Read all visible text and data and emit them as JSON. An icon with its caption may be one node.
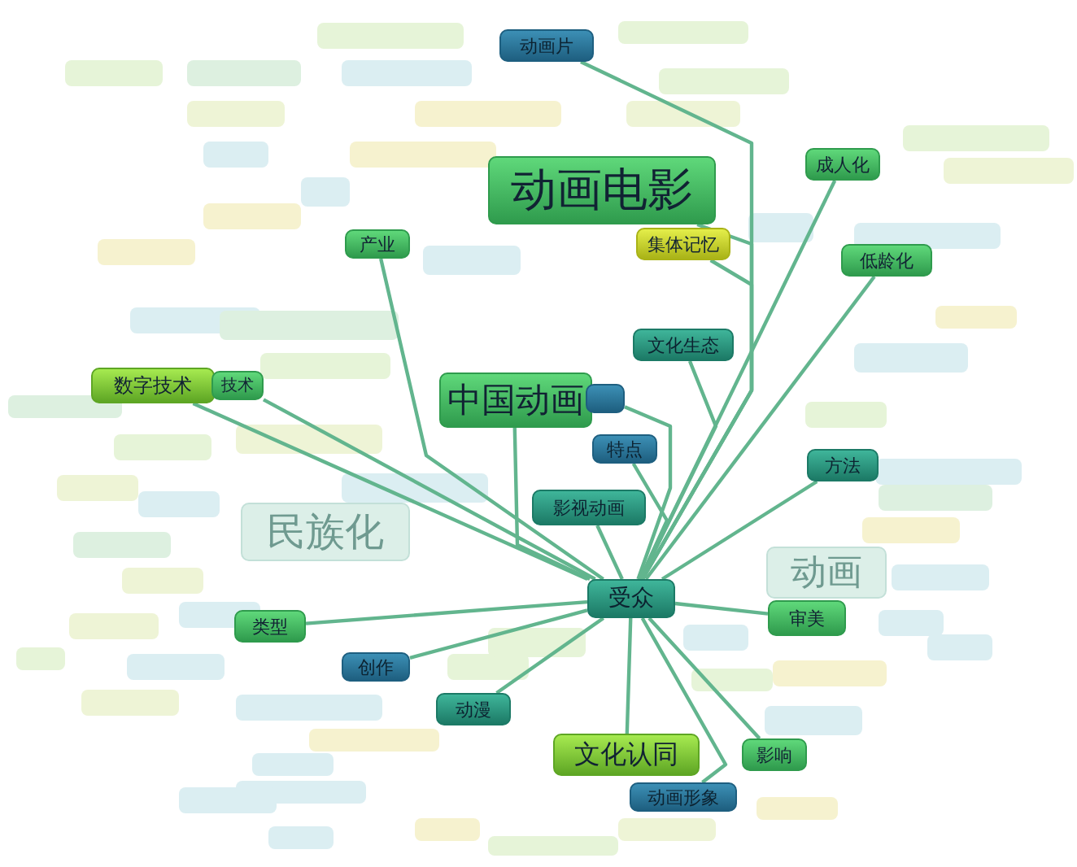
{
  "diagram": {
    "nodes": [
      {
        "text": [
          "动画片"
        ]
      },
      {
        "text": [
          "动画电影"
        ]
      },
      {
        "text": [
          "成人化"
        ]
      },
      {
        "text": [
          "产业"
        ]
      },
      {
        "text": [
          "集体记忆"
        ]
      },
      {
        "text": [
          "低龄化"
        ]
      },
      {
        "text": [
          "文化生态"
        ]
      },
      {
        "text": [
          "数字技术"
        ]
      },
      {
        "text": [
          "技术"
        ]
      },
      {
        "text": [
          "中国动画"
        ]
      },
      {
        "text": [],
        "shape": "box"
      },
      {
        "text": [
          "特点"
        ]
      },
      {
        "text": [
          "方法"
        ]
      },
      {
        "text": [
          "影视动画"
        ]
      },
      {
        "text": [
          "民族化"
        ]
      },
      {
        "text": [
          "受众"
        ]
      },
      {
        "text": [
          "动画"
        ]
      },
      {
        "text": [
          "类型"
        ]
      },
      {
        "text": [
          "审美"
        ]
      },
      {
        "text": [
          "创作"
        ]
      },
      {
        "text": [
          "动漫"
        ]
      },
      {
        "text": [
          "文化认同"
        ]
      },
      {
        "text": [
          "影响"
        ]
      },
      {
        "text": [
          "动画形象"
        ]
      }
    ],
    "edges": [
      {
        "from": 15,
        "to": 0,
        "arrow": "none"
      },
      {
        "from": 15,
        "to": 1,
        "arrow": "none"
      },
      {
        "from": 15,
        "to": 2,
        "arrow": "none"
      },
      {
        "from": 15,
        "to": 3,
        "arrow": "none"
      },
      {
        "from": 15,
        "to": 4,
        "arrow": "none"
      },
      {
        "from": 15,
        "to": 5,
        "arrow": "none"
      },
      {
        "from": 15,
        "to": 6,
        "arrow": "none"
      },
      {
        "from": 15,
        "to": 7,
        "arrow": "none"
      },
      {
        "from": 15,
        "to": 8,
        "arrow": "none"
      },
      {
        "from": 15,
        "to": 9,
        "arrow": "none"
      },
      {
        "from": 15,
        "to": 10,
        "arrow": "none"
      },
      {
        "from": 15,
        "to": 11,
        "arrow": "none"
      },
      {
        "from": 15,
        "to": 12,
        "arrow": "none"
      },
      {
        "from": 15,
        "to": 13,
        "arrow": "none"
      },
      {
        "from": 15,
        "to": 17,
        "arrow": "none"
      },
      {
        "from": 15,
        "to": 18,
        "arrow": "none"
      },
      {
        "from": 15,
        "to": 19,
        "arrow": "none"
      },
      {
        "from": 15,
        "to": 20,
        "arrow": "none"
      },
      {
        "from": 15,
        "to": 21,
        "arrow": "none"
      },
      {
        "from": 15,
        "to": 22,
        "arrow": "none"
      },
      {
        "from": 15,
        "to": 23,
        "arrow": "none"
      }
    ]
  }
}
